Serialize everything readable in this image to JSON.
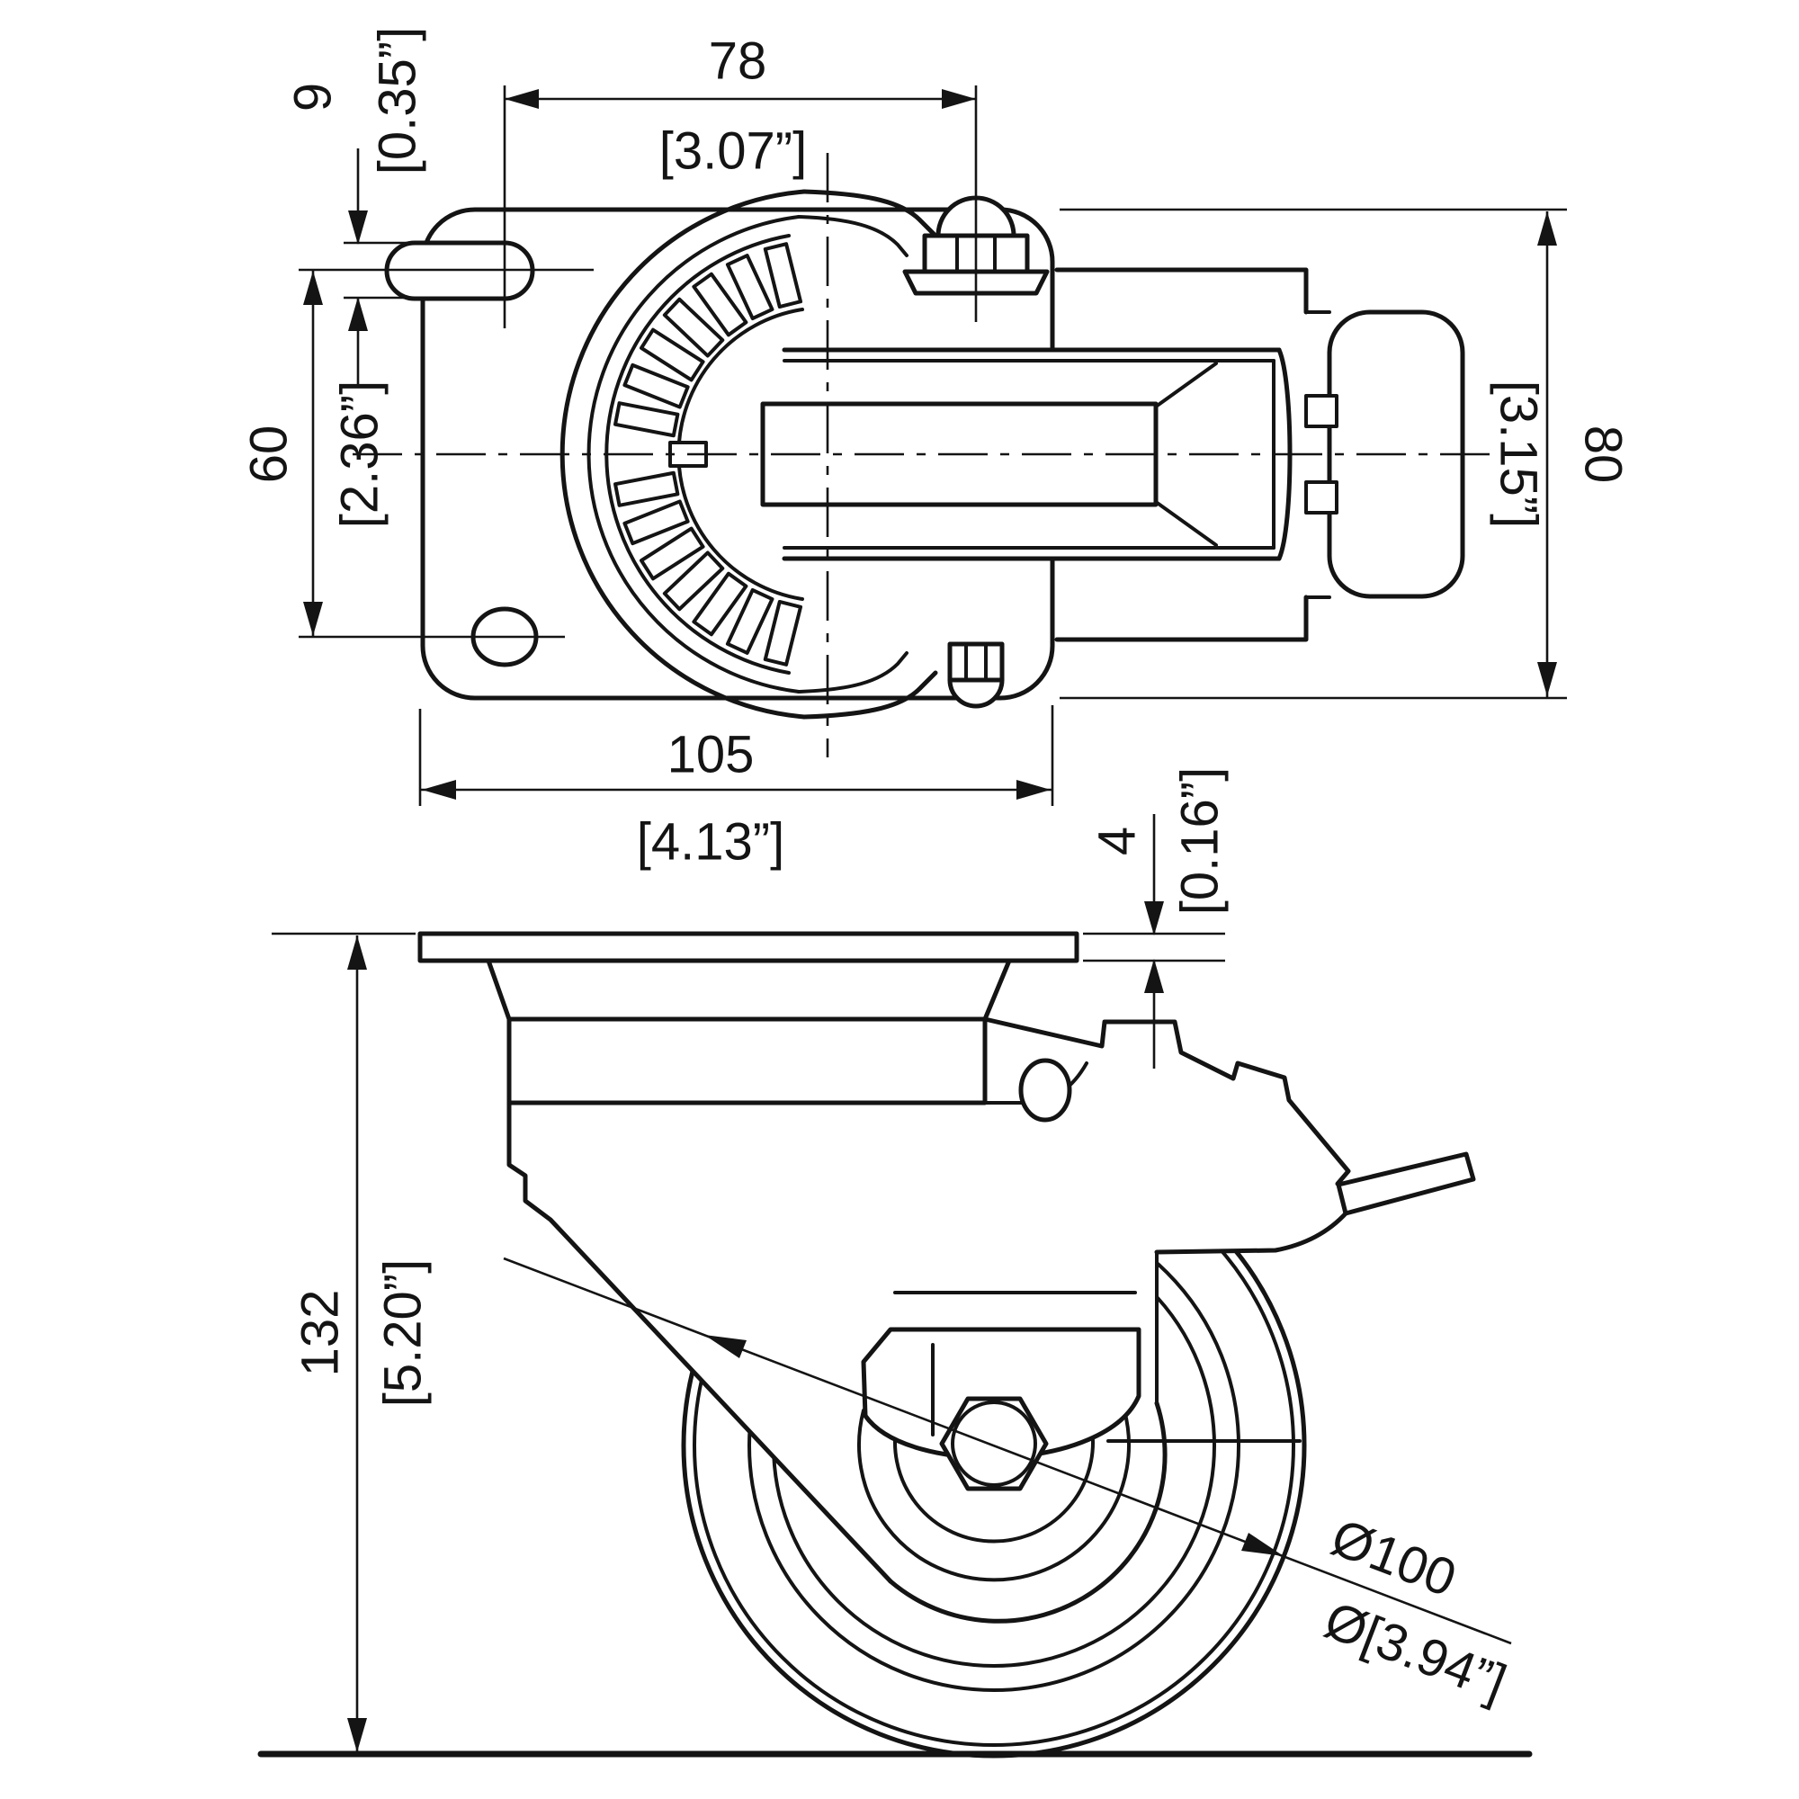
{
  "drawing": {
    "kind": "technical-drawing",
    "subject": "swivel plate caster with brake, two orthographic views",
    "background_color": "#ffffff",
    "line_color": "#141414"
  },
  "dimensions": {
    "slot_width": {
      "mm": "9",
      "inch": "[0.35”]"
    },
    "hole_spacing_width": {
      "mm": "78",
      "inch": "[3.07”]"
    },
    "hole_spacing_height": {
      "mm": "60",
      "inch": "[2.36”]"
    },
    "plate_height": {
      "mm": "80",
      "inch": "[3.15”]"
    },
    "plate_length": {
      "mm": "105",
      "inch": "[4.13”]"
    },
    "plate_thickness": {
      "mm": "4",
      "inch": "[0.16”]"
    },
    "overall_height": {
      "mm": "132",
      "inch": "[5.20”]"
    },
    "wheel_diameter": {
      "mm": "Ø100",
      "inch": "Ø[3.94”]"
    }
  }
}
